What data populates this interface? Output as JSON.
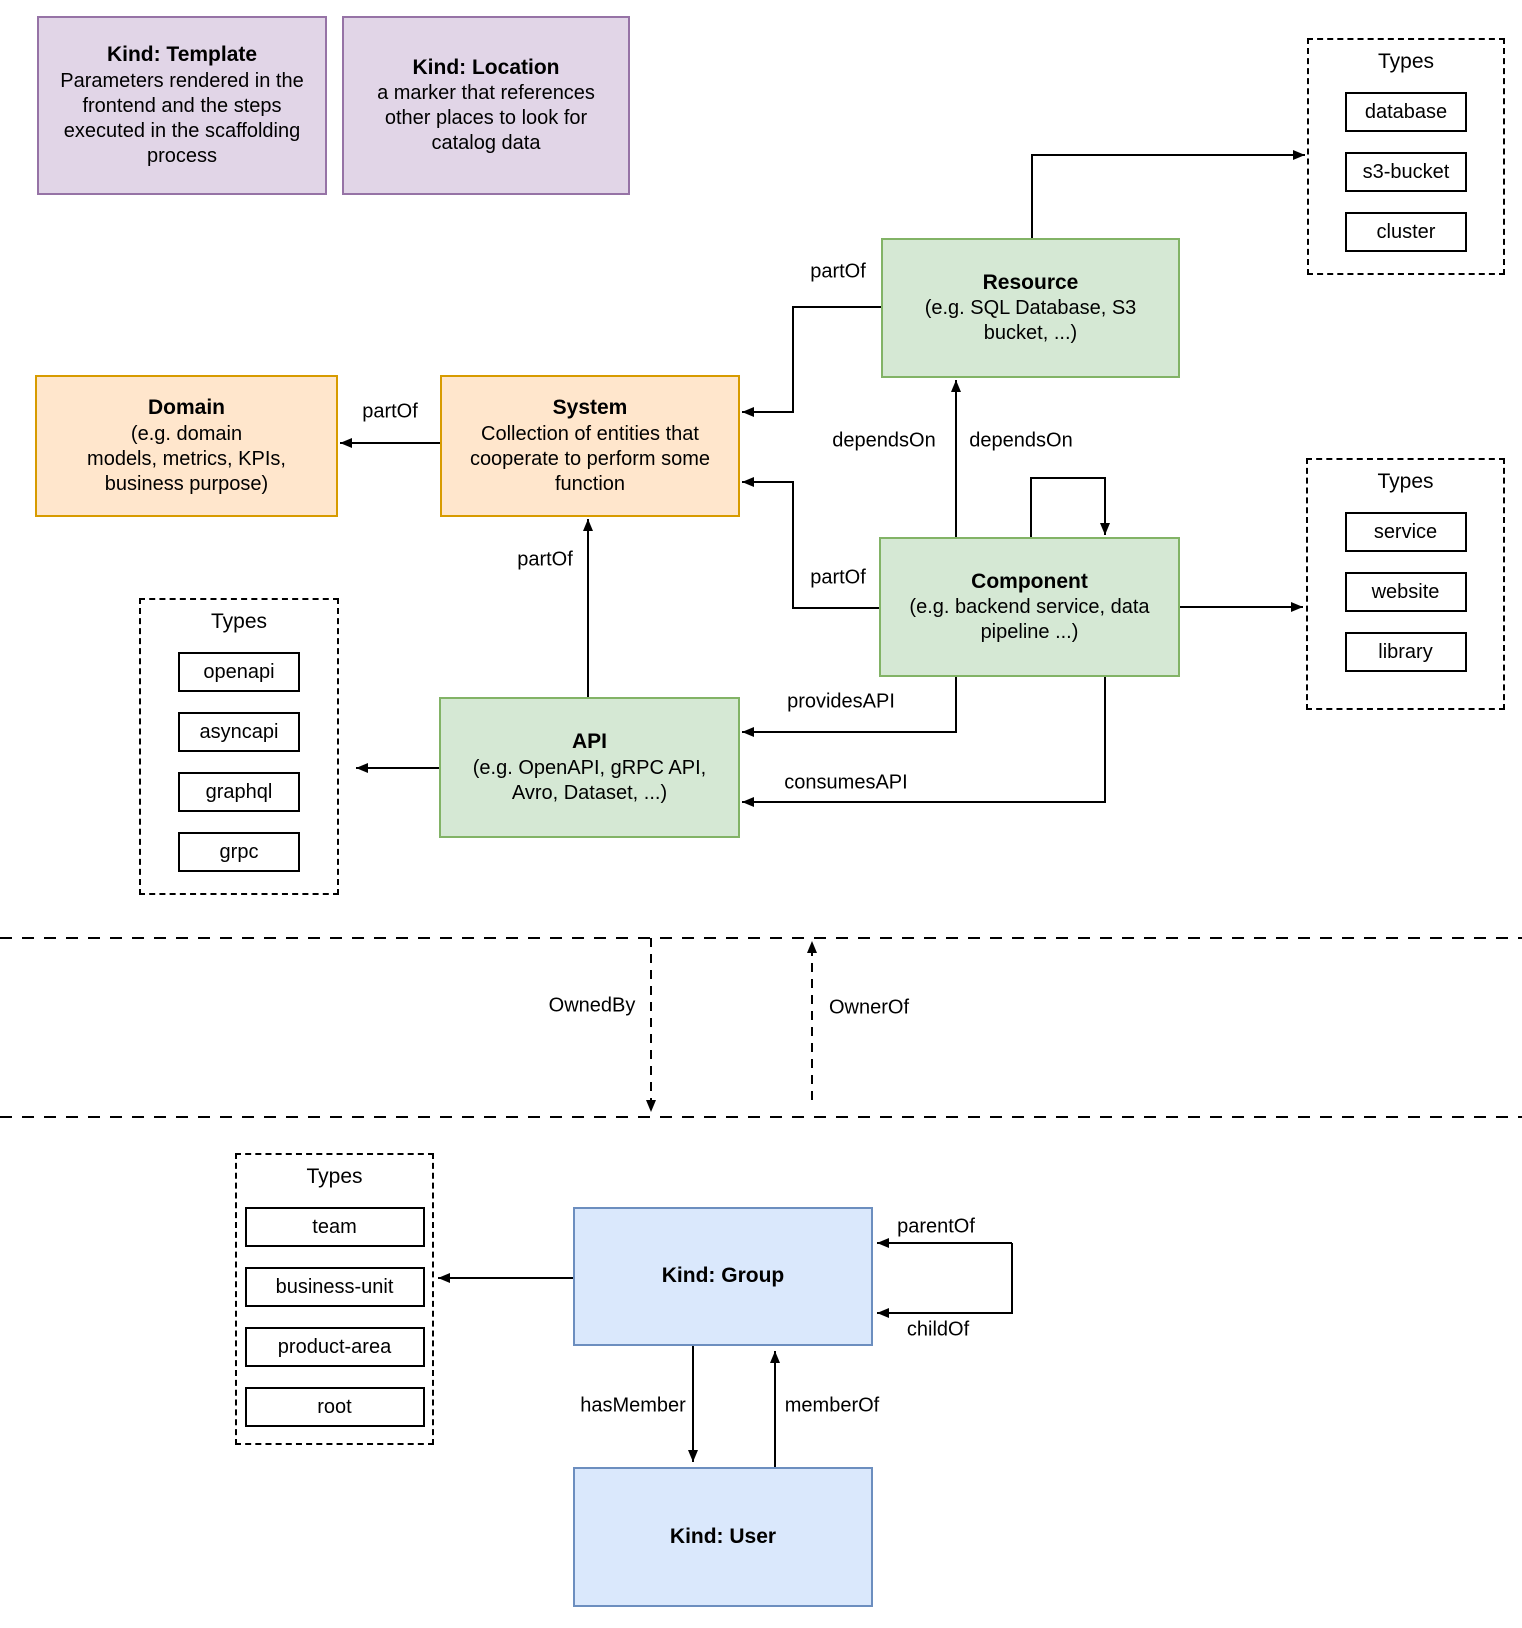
{
  "kind_cards": [
    {
      "title": "Kind: Template",
      "desc": "Parameters rendered in the\nfrontend and the steps\nexecuted in  the scaffolding\nprocess"
    },
    {
      "title": "Kind: Location",
      "desc": "a marker that references\nother places to look for\ncatalog data"
    }
  ],
  "entities": {
    "domain": {
      "title": "Domain",
      "desc": "(e.g.  domain\nmodels, metrics, KPIs,\nbusiness purpose)"
    },
    "system": {
      "title": "System",
      "desc": "Collection of entities that\ncooperate to perform some\nfunction"
    },
    "resource": {
      "title": "Resource",
      "desc": "(e.g. SQL Database, S3\nbucket, ...)"
    },
    "component": {
      "title": "Component",
      "desc": "(e.g. backend service, data\npipeline ...)"
    },
    "api": {
      "title": "API",
      "desc": "(e.g. OpenAPI, gRPC API,\nAvro, Dataset, ...)"
    },
    "group": {
      "title": "Kind: Group"
    },
    "user": {
      "title": "Kind: User"
    }
  },
  "type_panels": {
    "resource_types": {
      "title": "Types",
      "items": [
        "database",
        "s3-bucket",
        "cluster"
      ]
    },
    "component_types": {
      "title": "Types",
      "items": [
        "service",
        "website",
        "library"
      ]
    },
    "api_types": {
      "title": "Types",
      "items": [
        "openapi",
        "asyncapi",
        "graphql",
        "grpc"
      ]
    },
    "group_types": {
      "title": "Types",
      "items": [
        "team",
        "business-unit",
        "product-area",
        "root"
      ]
    }
  },
  "relations": {
    "system_domain": "partOf",
    "resource_system": "partOf",
    "component_system": "partOf",
    "api_system": "partOf",
    "component_resource": "dependsOn",
    "component_component": "dependsOn",
    "provides_api": "providesAPI",
    "consumes_api": "consumesAPI",
    "owned_by": "OwnedBy",
    "owner_of": "OwnerOf",
    "parent_of": "parentOf",
    "child_of": "childOf",
    "has_member": "hasMember",
    "member_of": "memberOf"
  },
  "colors": {
    "purple_fill": "#E1D5E7",
    "purple_border": "#9673A6",
    "orange_fill": "#FFE6CC",
    "orange_border": "#D79B00",
    "green_fill": "#D5E8D4",
    "green_border": "#82B366",
    "blue_fill": "#DAE8FC",
    "blue_border": "#6C8EBF",
    "line": "#000000"
  }
}
